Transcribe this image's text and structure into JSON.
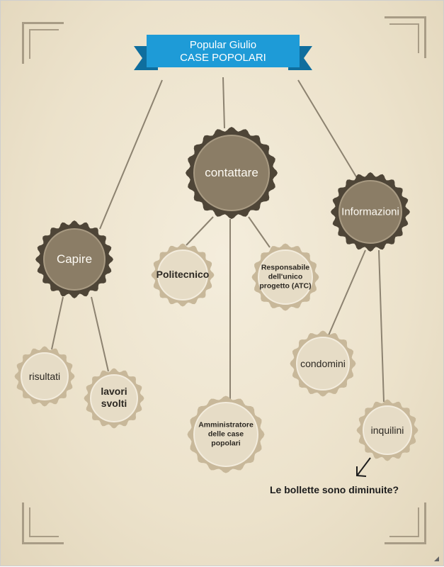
{
  "header": {
    "line1": "Popular Giulio",
    "line2": "CASE POPOLARI"
  },
  "nodes": {
    "contattare": "contattare",
    "informazioni": "Informazioni",
    "capire": "Capire",
    "politecnico": "Politecnico",
    "responsabile": [
      "Responsabile",
      "dell'unico",
      "progetto (ATC)"
    ],
    "amministratore": [
      "Amministratore",
      "delle case",
      "popolari"
    ],
    "condomini": "condomini",
    "inquilini": "inquilini",
    "risultati": "risultati",
    "lavori_svolti": [
      "lavori",
      "svolti"
    ]
  },
  "annotation": "Le bollette sono diminuite?",
  "colors": {
    "ribbon": "#1e9bd7",
    "ribbon_dark": "#0f6e9e",
    "dark_node_fill": "#8b7d66",
    "dark_node_ring": "#4e4537",
    "light_node_fill": "#e6dcc6",
    "light_node_ring": "#c8b89a",
    "connector": "#8c8270"
  }
}
